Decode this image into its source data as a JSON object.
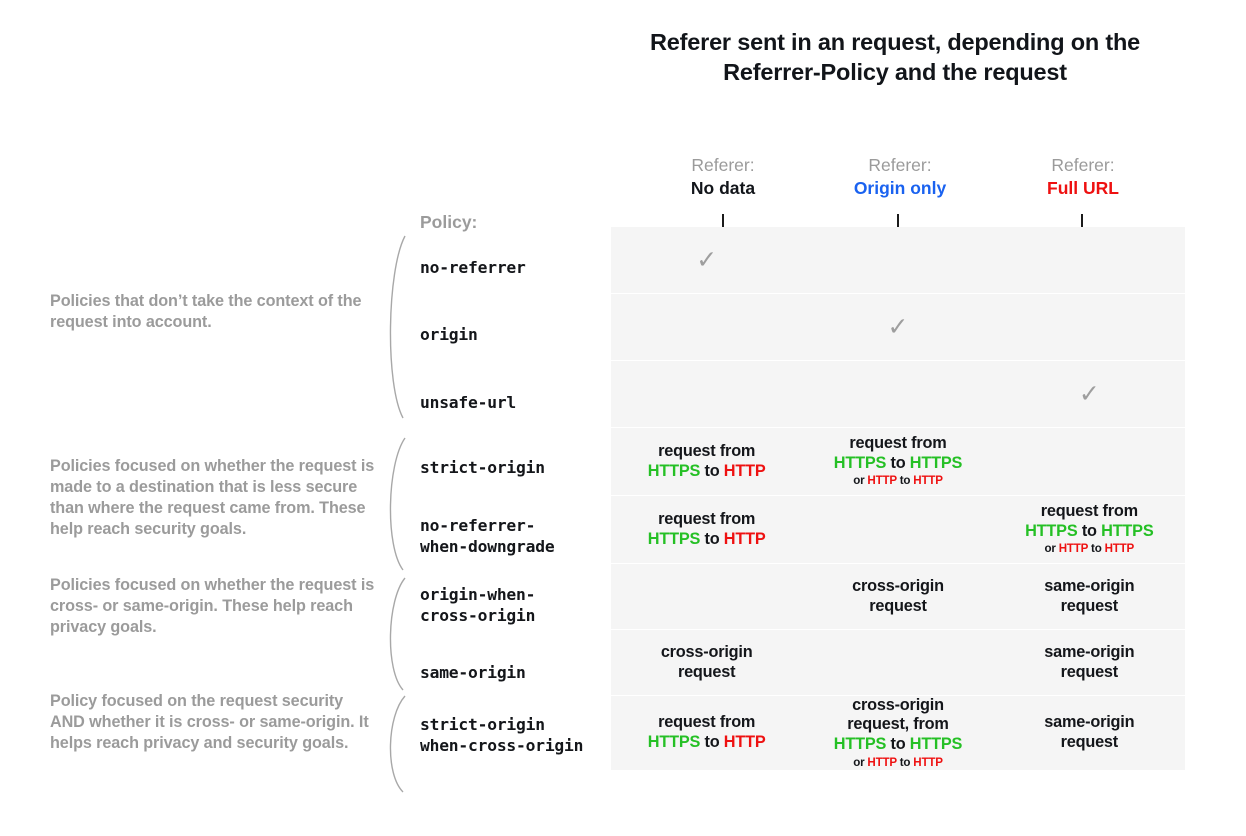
{
  "title": "Referer sent in an request, depending on the Referrer-Policy and the request",
  "policy_label": "Policy:",
  "colors": {
    "no_data": "#12151a",
    "origin_only": "#1a62f0",
    "full_url": "#ee1111",
    "https": "#25c025",
    "http": "#ee1111",
    "muted": "#9b9b9b",
    "row_bg": "#f5f5f5",
    "check": "#9e9e9e"
  },
  "columns": [
    {
      "lead": "Referer:",
      "value": "No data",
      "color": "#12151a"
    },
    {
      "lead": "Referer:",
      "value": "Origin only",
      "color": "#1a62f0"
    },
    {
      "lead": "Referer:",
      "value": "Full URL",
      "color": "#ee1111"
    }
  ],
  "groups": [
    {
      "text": "Policies that don’t take the context of the request into account."
    },
    {
      "text": "Policies focused on whether the request is made to a destination that is less secure than where the request came from.\nThese help reach security goals."
    },
    {
      "text": "Policies focused on whether the request is cross- or same-origin.\nThese help reach privacy goals."
    },
    {
      "text": "Policy focused on the request security AND whether it is cross- or same-origin.\nIt helps reach privacy and security goals."
    }
  ],
  "rows": [
    {
      "policy": "no-referrer",
      "cells": [
        {
          "type": "check",
          "mark": "✓"
        },
        {
          "type": "empty"
        },
        {
          "type": "empty"
        }
      ]
    },
    {
      "policy": "origin",
      "cells": [
        {
          "type": "empty"
        },
        {
          "type": "check",
          "mark": "✓"
        },
        {
          "type": "empty"
        }
      ]
    },
    {
      "policy": "unsafe-url",
      "cells": [
        {
          "type": "empty"
        },
        {
          "type": "empty"
        },
        {
          "type": "check",
          "mark": "✓"
        }
      ]
    },
    {
      "policy": "strict-origin",
      "cells": [
        {
          "type": "text",
          "line1": "request from",
          "parts": [
            {
              "t": "HTTPS",
              "c": "https"
            },
            {
              "t": " to ",
              "c": "plain"
            },
            {
              "t": "HTTP",
              "c": "http"
            }
          ]
        },
        {
          "type": "text",
          "line1": "request from",
          "parts": [
            {
              "t": "HTTPS",
              "c": "https"
            },
            {
              "t": " to ",
              "c": "plain"
            },
            {
              "t": "HTTPS",
              "c": "https"
            }
          ],
          "sub": [
            {
              "t": "or ",
              "c": "plain"
            },
            {
              "t": "HTTP",
              "c": "http"
            },
            {
              "t": " to ",
              "c": "plain"
            },
            {
              "t": "HTTP",
              "c": "http"
            }
          ]
        },
        {
          "type": "empty"
        }
      ]
    },
    {
      "policy": "no-referrer-\nwhen-downgrade",
      "cells": [
        {
          "type": "text",
          "line1": "request from",
          "parts": [
            {
              "t": "HTTPS",
              "c": "https"
            },
            {
              "t": " to ",
              "c": "plain"
            },
            {
              "t": "HTTP",
              "c": "http"
            }
          ]
        },
        {
          "type": "empty"
        },
        {
          "type": "text",
          "line1": "request from",
          "parts": [
            {
              "t": "HTTPS",
              "c": "https"
            },
            {
              "t": " to ",
              "c": "plain"
            },
            {
              "t": "HTTPS",
              "c": "https"
            }
          ],
          "sub": [
            {
              "t": "or ",
              "c": "plain"
            },
            {
              "t": "HTTP",
              "c": "http"
            },
            {
              "t": " to ",
              "c": "plain"
            },
            {
              "t": "HTTP",
              "c": "http"
            }
          ]
        }
      ]
    },
    {
      "policy": "origin-when-\ncross-origin",
      "cells": [
        {
          "type": "empty"
        },
        {
          "type": "text",
          "line1": "cross-origin",
          "parts": [
            {
              "t": "request",
              "c": "plain"
            }
          ]
        },
        {
          "type": "text",
          "line1": "same-origin",
          "parts": [
            {
              "t": "request",
              "c": "plain"
            }
          ]
        }
      ]
    },
    {
      "policy": "same-origin",
      "cells": [
        {
          "type": "text",
          "line1": "cross-origin",
          "parts": [
            {
              "t": "request",
              "c": "plain"
            }
          ]
        },
        {
          "type": "empty"
        },
        {
          "type": "text",
          "line1": "same-origin",
          "parts": [
            {
              "t": "request",
              "c": "plain"
            }
          ]
        }
      ]
    },
    {
      "policy": "strict-origin\nwhen-cross-origin",
      "cells": [
        {
          "type": "text",
          "line1": "request from",
          "parts": [
            {
              "t": "HTTPS",
              "c": "https"
            },
            {
              "t": " to ",
              "c": "plain"
            },
            {
              "t": "HTTP",
              "c": "http"
            }
          ]
        },
        {
          "type": "text",
          "line1": "cross-origin",
          "line2": "request, from",
          "parts": [
            {
              "t": "HTTPS",
              "c": "https"
            },
            {
              "t": " to ",
              "c": "plain"
            },
            {
              "t": "HTTPS",
              "c": "https"
            }
          ],
          "sub": [
            {
              "t": "or ",
              "c": "plain"
            },
            {
              "t": "HTTP",
              "c": "http"
            },
            {
              "t": " to ",
              "c": "plain"
            },
            {
              "t": "HTTP",
              "c": "http"
            }
          ]
        },
        {
          "type": "text",
          "line1": "same-origin",
          "parts": [
            {
              "t": "request",
              "c": "plain"
            }
          ]
        }
      ]
    }
  ]
}
